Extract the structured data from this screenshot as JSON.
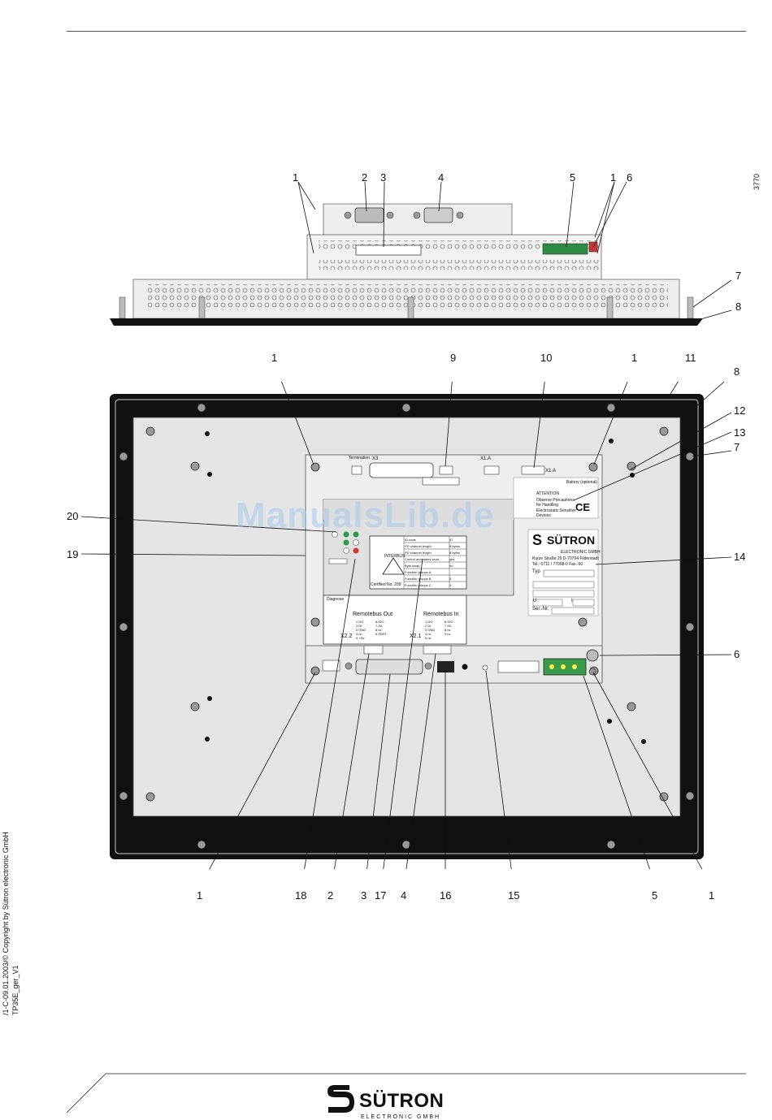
{
  "figure_id": "3770",
  "side_note": {
    "line1": "/1-C-09.01.2003/© Copyright by Sütron electronic GmbH",
    "line2": "TP35E_ger_V1"
  },
  "footer": {
    "brand": "SÜTRON",
    "brand_sub": "ELECTRONIC GMBH"
  },
  "watermark": "ManualsLib.de",
  "callouts_top": {
    "c1a": "1",
    "c2": "2",
    "c3": "3",
    "c4": "4",
    "c5": "5",
    "c1b": "1",
    "c6": "6",
    "c7": "7",
    "c8": "8"
  },
  "callouts_main": {
    "c1a": "1",
    "c9": "9",
    "c10": "10",
    "c1b": "1",
    "c11": "11",
    "c8": "8",
    "c12": "12",
    "c13": "13",
    "c7": "7",
    "c20": "20",
    "c19": "19",
    "c14": "14",
    "c6": "6"
  },
  "callouts_bottom": {
    "b1": "1",
    "b18": "18",
    "b2": "2",
    "b3": "3",
    "b17": "17",
    "b4": "4",
    "b16": "16",
    "b15": "15",
    "b5": "5",
    "b1r": "1"
  },
  "panel_labels": {
    "x3": "X3",
    "termination": "Termination",
    "x1a": "X1.A",
    "x1a_2": "X1.A",
    "battery": "Battery (optional)",
    "attention_title": "ATTENTION",
    "attention_1": "Observe Precautions",
    "attention_2": "for Handling",
    "attention_3": "Electrostatic Sensitive",
    "attention_4": "Devices",
    "ce": "CE",
    "sutron_plate": "SÜTRON",
    "sutron_plate_sub": "ELECTRONIC GMBH",
    "address": "Kurze Straße 29   D-70794 Filderstadt",
    "tel": "Tel.: 0711 / 77098-0   Fax.-60",
    "typ": "Typ",
    "ser": "Ser.-Nr.",
    "ue": "U",
    "ie": "I",
    "diagnose": "Diagnose",
    "remote_out": "Remotebus Out",
    "remote_in": "Remotebus In",
    "x22": "X2.2",
    "x21": "X2.1",
    "certified": "Certified No. 209",
    "interbus": "INTERBUS",
    "pins_out_l": [
      "1 DO",
      "2 DI",
      "3 GND",
      "4 nc",
      "5 +5V"
    ],
    "pins_out_r": [
      "6 /DO",
      "7 /DI",
      "8 nc",
      "9 RBST"
    ],
    "pins_in_l": [
      "1 DO",
      "2 DI",
      "3 GND",
      "4 nc",
      "5 nc"
    ],
    "pins_in_r": [
      "6 /DO",
      "7 /DI",
      "8 nc",
      "9 nc"
    ],
    "table_rows": [
      [
        "ID code",
        "47"
      ],
      [
        "PD channel length",
        "8 bytes"
      ],
      [
        "PD channel length",
        "8 bytes"
      ],
      [
        "Control and states word",
        "yes"
      ],
      [
        "Byte swap",
        "no"
      ],
      [
        "Function groups A",
        ""
      ],
      [
        "Function groups B",
        "3"
      ],
      [
        "Function groups C",
        "1"
      ]
    ]
  }
}
